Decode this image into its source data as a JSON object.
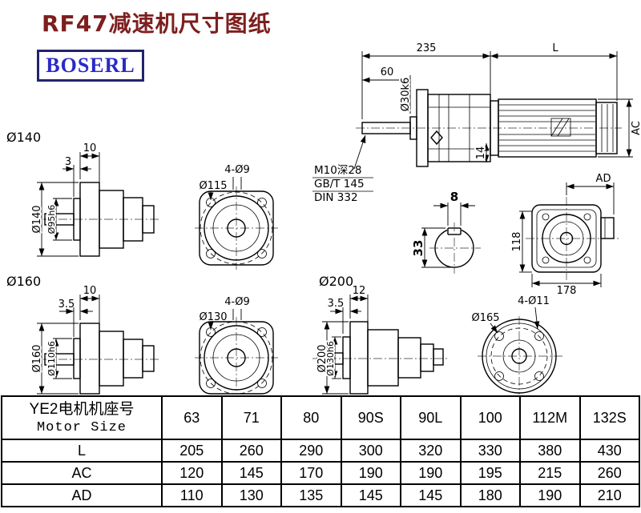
{
  "page": {
    "title": "RF47减速机尺寸图纸",
    "brand": "BOSERL"
  },
  "main_view": {
    "dim_235": "235",
    "dim_L": "L",
    "dim_60": "60",
    "shaft_dia": "Ø30k6",
    "dim_AC": "AC",
    "dim_14": "14",
    "note_line1": "M10深28",
    "note_line2": "GB/T 145",
    "note_line3": "DIN 332"
  },
  "shaft_end_view": {
    "dim_8": "8",
    "dim_33": "33"
  },
  "rear_view": {
    "dim_AD": "AD",
    "dim_118": "118",
    "dim_178": "178"
  },
  "flange140": {
    "callout": "Ø140",
    "dim_10": "10",
    "dim_3": "3",
    "dia_outer": "Ø140",
    "dia_spigot": "Ø95h6"
  },
  "flange140_front": {
    "holes": "4-Ø9",
    "bolt_circle": "Ø115"
  },
  "flange160": {
    "callout": "Ø160",
    "dim_10": "10",
    "dim_3_5": "3.5",
    "dia_outer": "Ø160",
    "dia_spigot": "Ø110h6"
  },
  "flange160_front": {
    "holes": "4-Ø9",
    "bolt_circle": "Ø130"
  },
  "flange200": {
    "callout": "Ø200",
    "dim_12": "12",
    "dim_3_5": "3.5",
    "dia_outer": "Ø200",
    "dia_spigot": "Ø130h6"
  },
  "flange200_front": {
    "holes": "4-Ø11",
    "bolt_circle": "Ø165"
  },
  "table": {
    "header": {
      "line1": "YE2电机机座号",
      "line2": "Motor Size"
    },
    "columns": [
      "63",
      "71",
      "80",
      "90S",
      "90L",
      "100",
      "112M",
      "132S"
    ],
    "rows": [
      {
        "label": "L",
        "values": [
          "205",
          "260",
          "290",
          "300",
          "320",
          "330",
          "380",
          "430"
        ]
      },
      {
        "label": "AC",
        "values": [
          "120",
          "145",
          "170",
          "190",
          "190",
          "195",
          "215",
          "260"
        ]
      },
      {
        "label": "AD",
        "values": [
          "110",
          "130",
          "135",
          "145",
          "145",
          "180",
          "190",
          "210"
        ]
      }
    ]
  }
}
